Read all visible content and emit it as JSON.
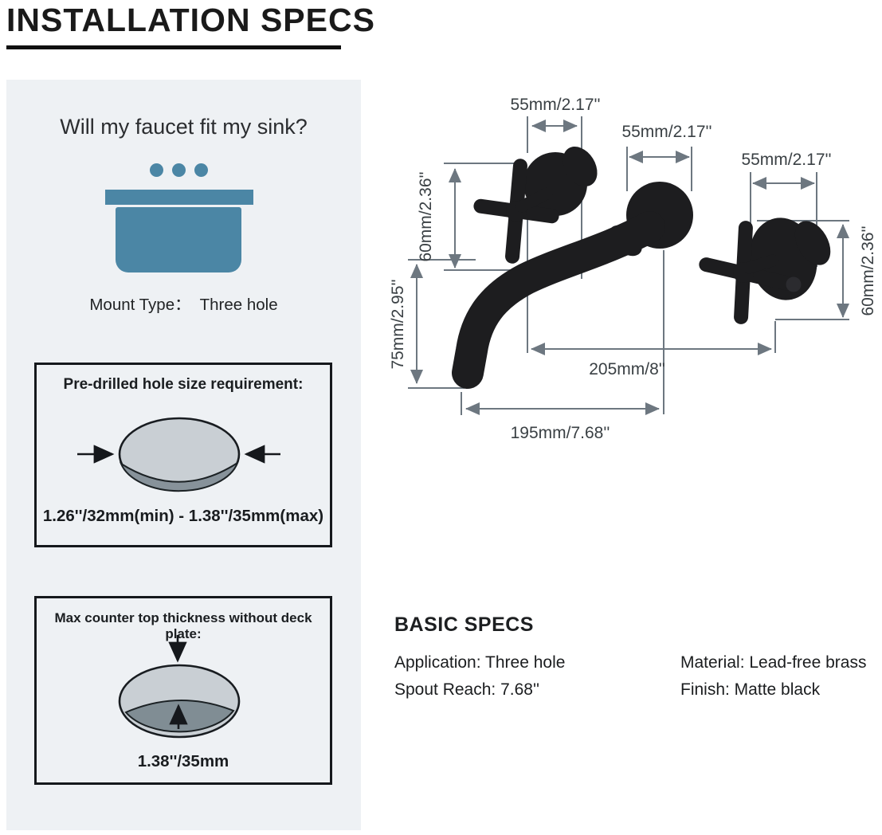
{
  "page": {
    "title": "INSTALLATION SPECS"
  },
  "sink_panel": {
    "question": "Will my faucet fit my sink?",
    "mount_type": "Mount Type：  Three hole"
  },
  "hole_box": {
    "heading": "Pre-drilled hole size requirement:",
    "value": "1.26''/32mm(min) - 1.38''/35mm(max)"
  },
  "thickness_box": {
    "heading": "Max counter top thickness without deck plate:",
    "value": "1.38''/35mm"
  },
  "diagram": {
    "labels": {
      "left_handle_width": "55mm/2.17''",
      "spout_plate_width": "55mm/2.17''",
      "right_handle_width": "55mm/2.17''",
      "left_handle_height": "60mm/2.36''",
      "right_handle_height": "60mm/2.36''",
      "spout_drop": "75mm/2.95''",
      "handle_spread": "205mm/8''",
      "spout_reach": "195mm/7.68''"
    }
  },
  "basic_specs": {
    "heading": "BASIC SPECS",
    "left_column": [
      "Application: Three hole",
      "Spout Reach: 7.68''"
    ],
    "right_column": [
      "Material: Lead-free brass",
      "Finish: Matte black"
    ]
  },
  "colors": {
    "sink_blue": "#4b86a5",
    "panel_background": "#eef1f4",
    "dimension_line": "#6d7780",
    "faucet_black": "#1d1d1f",
    "hole_light_gray": "#c9cfd4",
    "hole_dark_gray": "#87929a"
  }
}
